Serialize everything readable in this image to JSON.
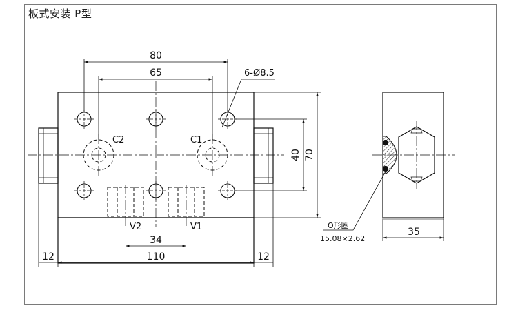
{
  "title": "板式安装 P型",
  "dimensions": {
    "d80": "80",
    "d65": "65",
    "d34": "34",
    "d110": "110",
    "d12_left": "12",
    "d12_right": "12",
    "d40": "40",
    "d70": "70",
    "d35": "35",
    "hole_callout": "6-Ø8.5"
  },
  "labels": {
    "c1": "C1",
    "c2": "C2",
    "v1": "V1",
    "v2": "V2",
    "oring_name": "O形圈",
    "oring_spec": "15.08×2.62"
  }
}
